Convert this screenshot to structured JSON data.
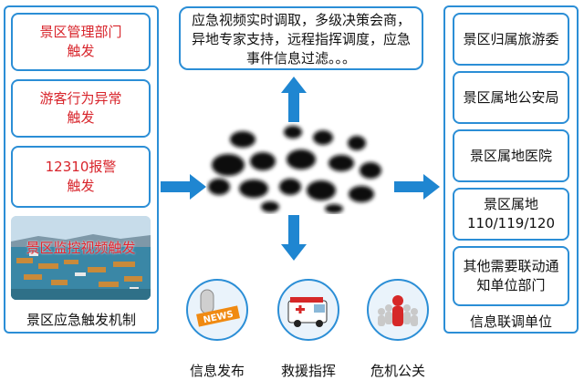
{
  "left_panel": {
    "box1": "景区管理部门\n触发",
    "box2": "游客行为异常\n触发",
    "box3": "12310报警\n触发",
    "photo_caption": "景区监控视频触发",
    "footer": "景区应急触发机制"
  },
  "top_box": "应急视频实时调取，多级决策会商，异地专家支持，远程指挥调度，应急事件信息过滤。。。",
  "right_panel": {
    "items": [
      "景区归属旅游委",
      "景区属地公安局",
      "景区属地医院",
      "景区属地\n110/119/120",
      "其他需要联动通知单位部门"
    ],
    "footer": "信息联调单位"
  },
  "bottom": {
    "news_label": "NEWS",
    "items": [
      "信息发布",
      "救援指挥",
      "危机公关"
    ]
  },
  "colors": {
    "border": "#2b8ed6",
    "arrow": "#1f86d1",
    "red_text": "#d8242b"
  }
}
